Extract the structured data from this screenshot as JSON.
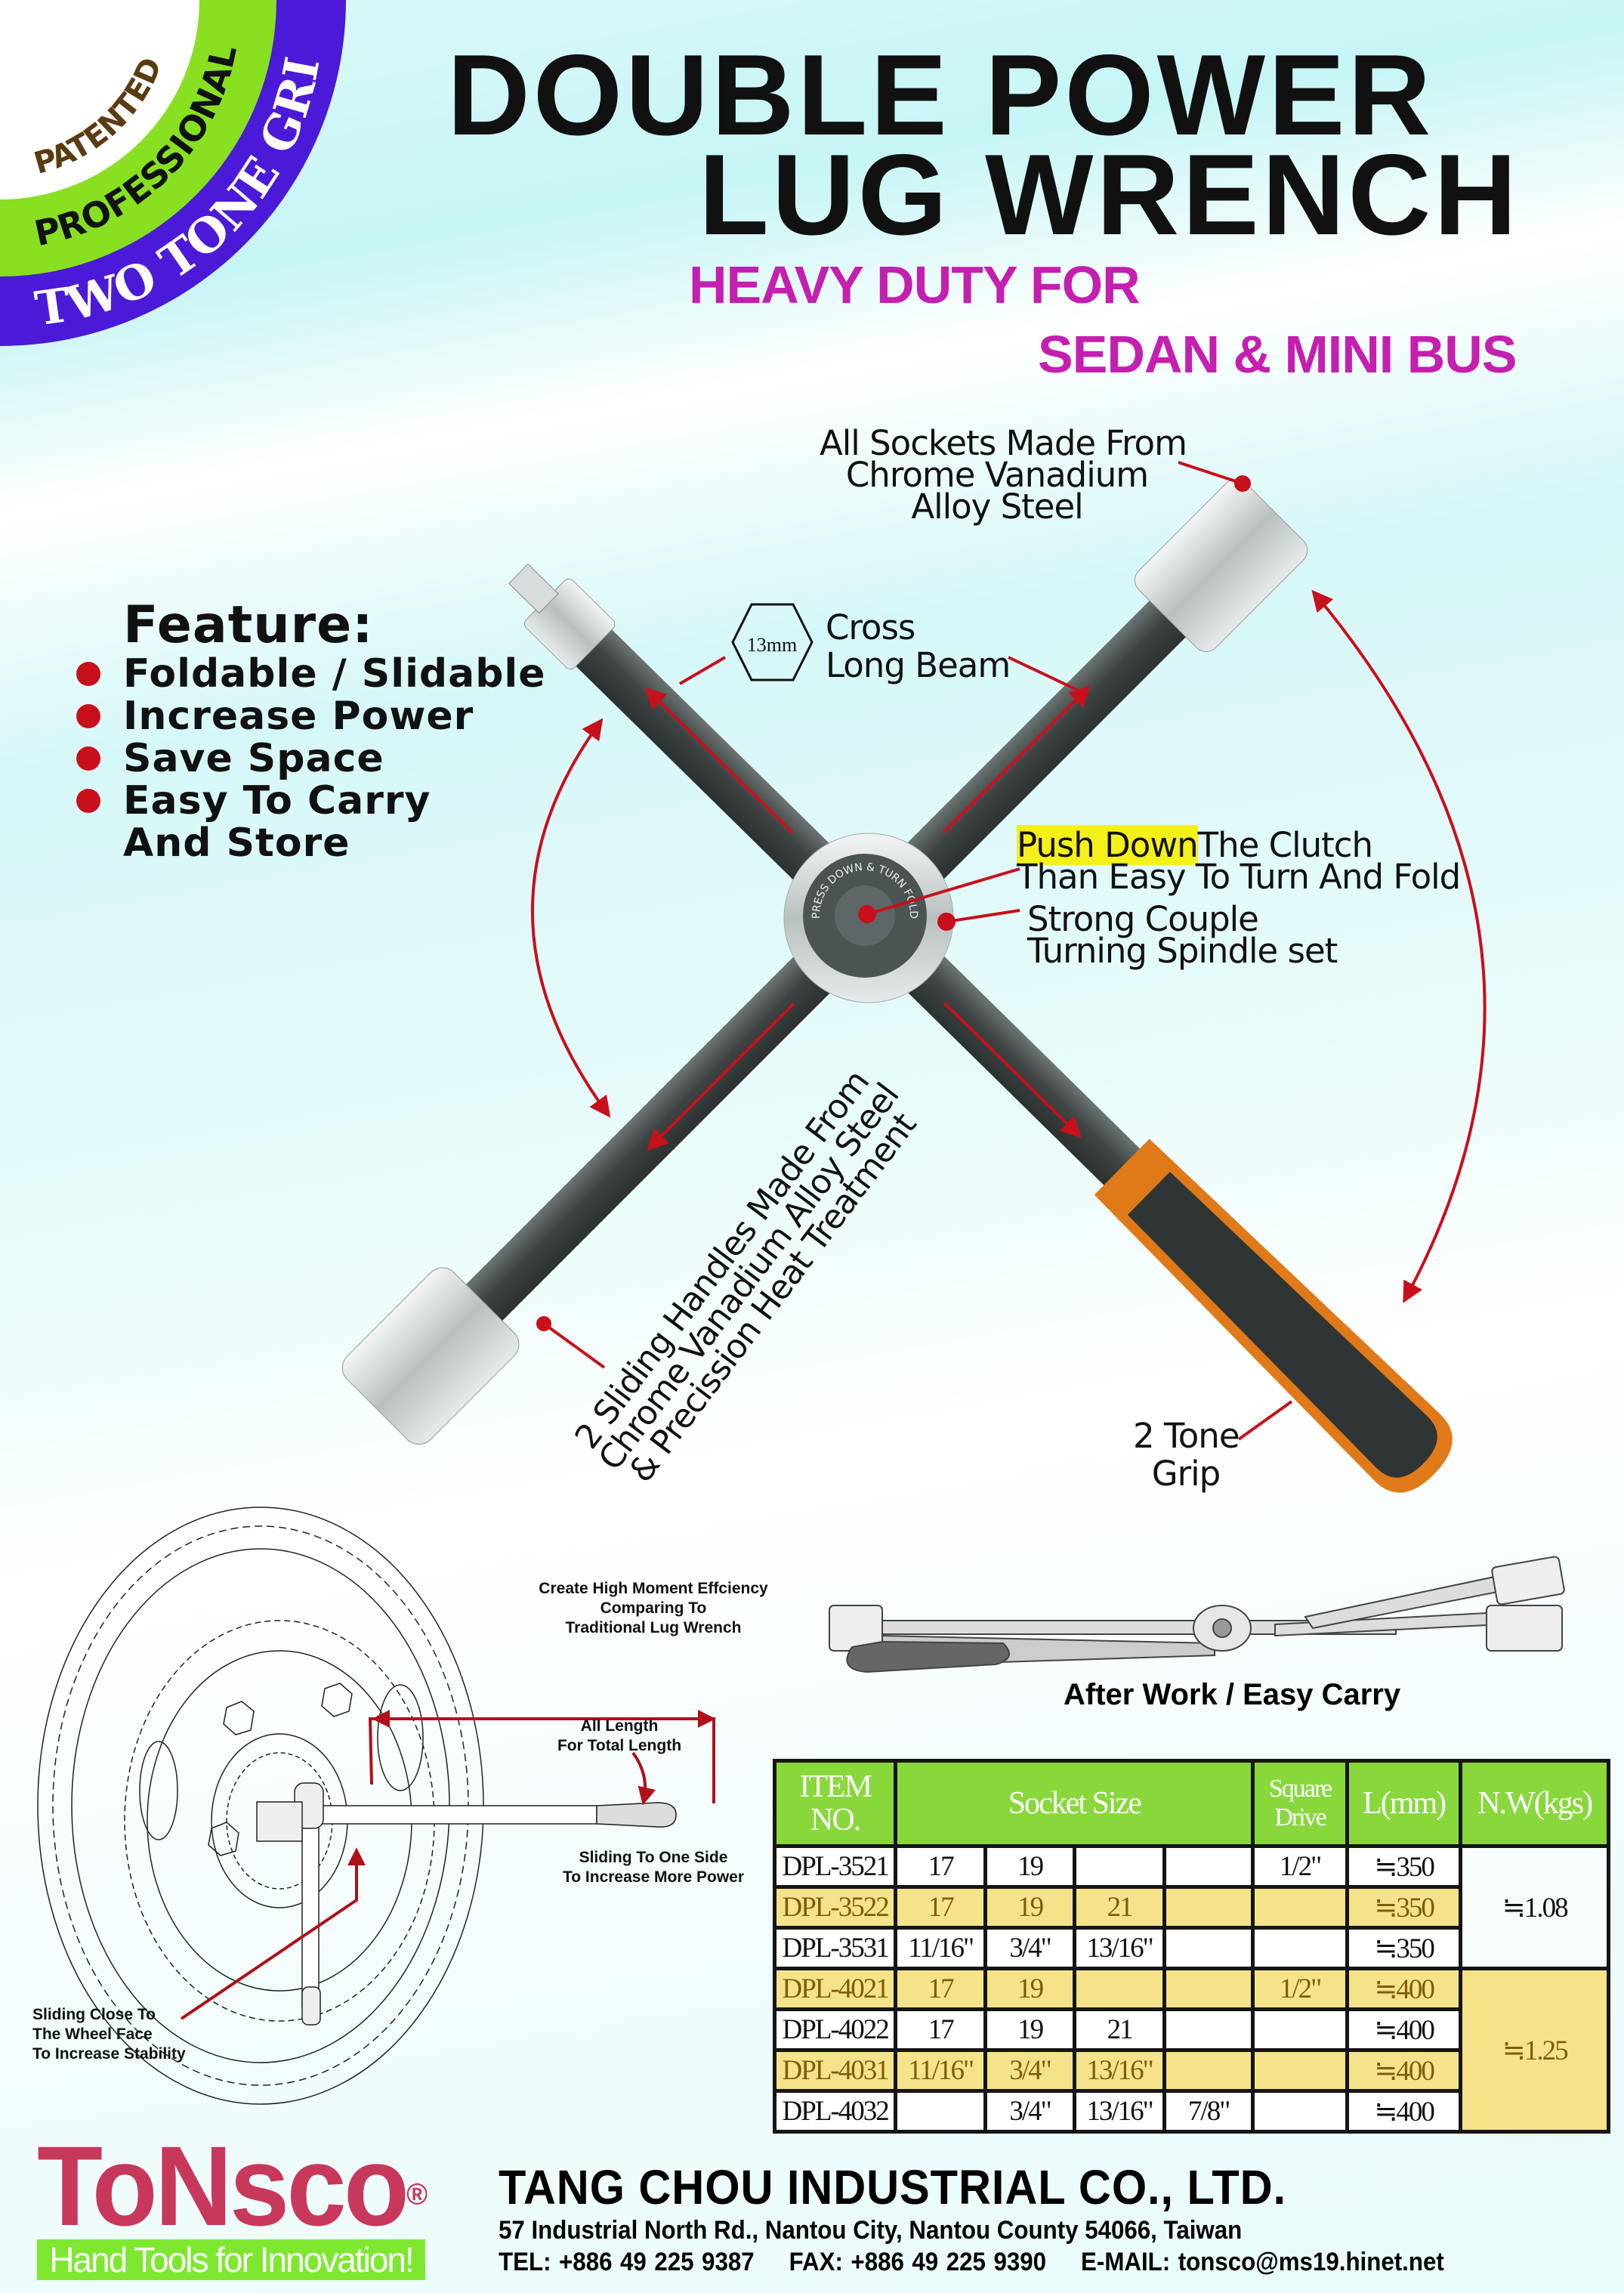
{
  "badge": {
    "ring1": "PATENTED",
    "ring2": "PROFESSIONAL",
    "ring3": "TWO TONE GRIP"
  },
  "header": {
    "title_line1": "DOUBLE  POWER",
    "title_line2": "LUG  WRENCH",
    "subtitle_line1": "HEAVY DUTY FOR",
    "subtitle_line2": "SEDAN & MINI BUS"
  },
  "callouts": {
    "sockets": [
      "All Sockets Made From",
      "Chrome Vanadium",
      "Alloy Steel"
    ],
    "hex_size": "13mm",
    "beam": [
      "Cross",
      "Long Beam"
    ],
    "clutch_highlight": "Push Down",
    "clutch_rest": "The Clutch",
    "clutch_line2": "Than Easy To Turn And Fold",
    "spindle": [
      "Strong Couple",
      "Turning Spindle set"
    ],
    "grip": [
      "2 Tone",
      "Grip"
    ],
    "handles": [
      "2 Sliding Handles Made From",
      "Chrome Vanadium Alloy Steel",
      "& Precission Heat Treatment"
    ],
    "hub_text": "PRESS DOWN & TURN FOLD"
  },
  "features": {
    "heading": "Feature:",
    "items": [
      "Foldable / Slidable",
      "Increase Power",
      "Save Space",
      "Easy To Carry",
      "And Store"
    ]
  },
  "diagram": {
    "moment": [
      "Create High Moment Effciency",
      "Comparing To",
      "Traditional Lug Wrench"
    ],
    "length": [
      "All Length",
      "For Total Length"
    ],
    "slide_side": [
      "Sliding To One Side",
      "To Increase More Power"
    ],
    "slide_close": [
      "Sliding Close To",
      "The Wheel Face",
      "To Increase Stability"
    ],
    "after_work": "After Work / Easy Carry"
  },
  "table": {
    "headers": {
      "item": [
        "ITEM",
        "NO."
      ],
      "socket": "Socket Size",
      "drive": [
        "Square",
        "Drive"
      ],
      "length": "L(mm)",
      "weight": "N.W(kgs)"
    },
    "rows": [
      {
        "item": "DPL-3521",
        "s": [
          "17",
          "19",
          "",
          ""
        ],
        "drive": "1/2\"",
        "len": "≒350",
        "style": "w"
      },
      {
        "item": "DPL-3522",
        "s": [
          "17",
          "19",
          "21",
          ""
        ],
        "drive": "",
        "len": "≒350",
        "style": "y"
      },
      {
        "item": "DPL-3531",
        "s": [
          "11/16\"",
          "3/4\"",
          "13/16\"",
          ""
        ],
        "drive": "",
        "len": "≒350",
        "style": "w"
      },
      {
        "item": "DPL-4021",
        "s": [
          "17",
          "19",
          "",
          ""
        ],
        "drive": "1/2\"",
        "len": "≒400",
        "style": "y"
      },
      {
        "item": "DPL-4022",
        "s": [
          "17",
          "19",
          "21",
          ""
        ],
        "drive": "",
        "len": "≒400",
        "style": "w"
      },
      {
        "item": "DPL-4031",
        "s": [
          "11/16\"",
          "3/4\"",
          "13/16\"",
          ""
        ],
        "drive": "",
        "len": "≒400",
        "style": "y"
      },
      {
        "item": "DPL-4032",
        "s": [
          "",
          "3/4\"",
          "13/16\"",
          "7/8\""
        ],
        "drive": "",
        "len": "≒400",
        "style": "w"
      }
    ],
    "weights": [
      {
        "value": "≒1.08",
        "rows": 3
      },
      {
        "value": "≒1.25",
        "rows": 4
      }
    ]
  },
  "footer": {
    "logo": "ToNsco",
    "registered": "®",
    "tagline": "Hand Tools for Innovation!",
    "company": "TANG CHOU INDUSTRIAL CO., LTD.",
    "address": "57  Industrial North Rd., Nantou City, Nantou County 54066, Taiwan",
    "tel": "TEL: +886 49 225 9387",
    "fax": "FAX: +886 49 225 9390",
    "email": "E-MAIL: tonsco@ms19.hinet.net"
  },
  "colors": {
    "green": "#88d83c",
    "purple": "#4a1ad8",
    "magenta": "#c41fb0",
    "red": "#c8101c",
    "yellow": "#f5e38a",
    "logo": "#c8385a"
  }
}
